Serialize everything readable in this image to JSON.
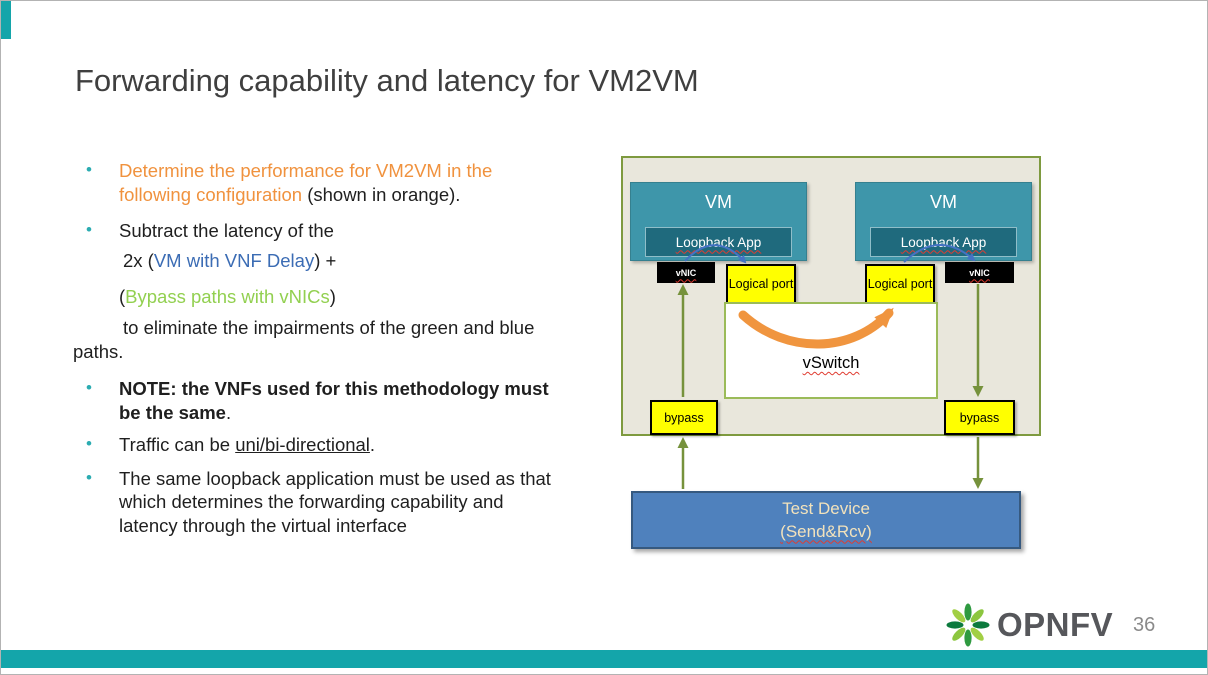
{
  "slide": {
    "title": "Forwarding capability and latency for VM2VM",
    "brand": "OPNFV",
    "page_number": "36",
    "bullet_char": "•"
  },
  "bullets": {
    "item1": {
      "orange": "Determine the performance for VM2VM in the following configuration",
      "rest": " (shown in orange)."
    },
    "item2": {
      "intro": "Subtract the latency of the",
      "formula_pre": "2x (",
      "formula_blue": "VM with VNF Delay",
      "formula_post": ") +",
      "bypass_open": "(",
      "bypass_green": "Bypass paths with vNICs",
      "bypass_close": ")",
      "conclusion": "to eliminate the impairments of the green and blue paths."
    },
    "item3": "NOTE: the VNFs used for this methodology must be the same",
    "item3_period": ".",
    "item4": {
      "pre": "Traffic can be ",
      "underlined": "uni/bi-directional",
      "post": "."
    },
    "item5": "The same loopback application must be used as that which determines the forwarding capability and latency through the virtual interface"
  },
  "diagram": {
    "vm_label": "VM",
    "loopback_label": "Loopback App",
    "vnic_label": "vNIC",
    "logical_port_label": "Logical port",
    "vswitch_label": "vSwitch",
    "bypass_label": "bypass",
    "test_device": {
      "line1": "Test Device",
      "line2": "(Send&Rcv)"
    }
  },
  "colors": {
    "accent_teal": "#14a5aa",
    "bullet_teal": "#2bacb1",
    "orange_text": "#f0923e",
    "blue_text": "#3b6cb4",
    "green_text": "#92d050",
    "vm_fill": "#3e96aa",
    "loopback_fill": "#1f6a7d",
    "diagram_bg": "#e9e7dc",
    "diagram_border": "#7e9a3f",
    "vswitch_border": "#9bbb59",
    "yellow_box": "#ffff00",
    "test_device_fill": "#4f81bd",
    "test_device_text": "#f2e2bc",
    "arrow_green": "#76923c",
    "arrow_orange": "#f0953f",
    "arrow_blue": "#4472c4"
  }
}
